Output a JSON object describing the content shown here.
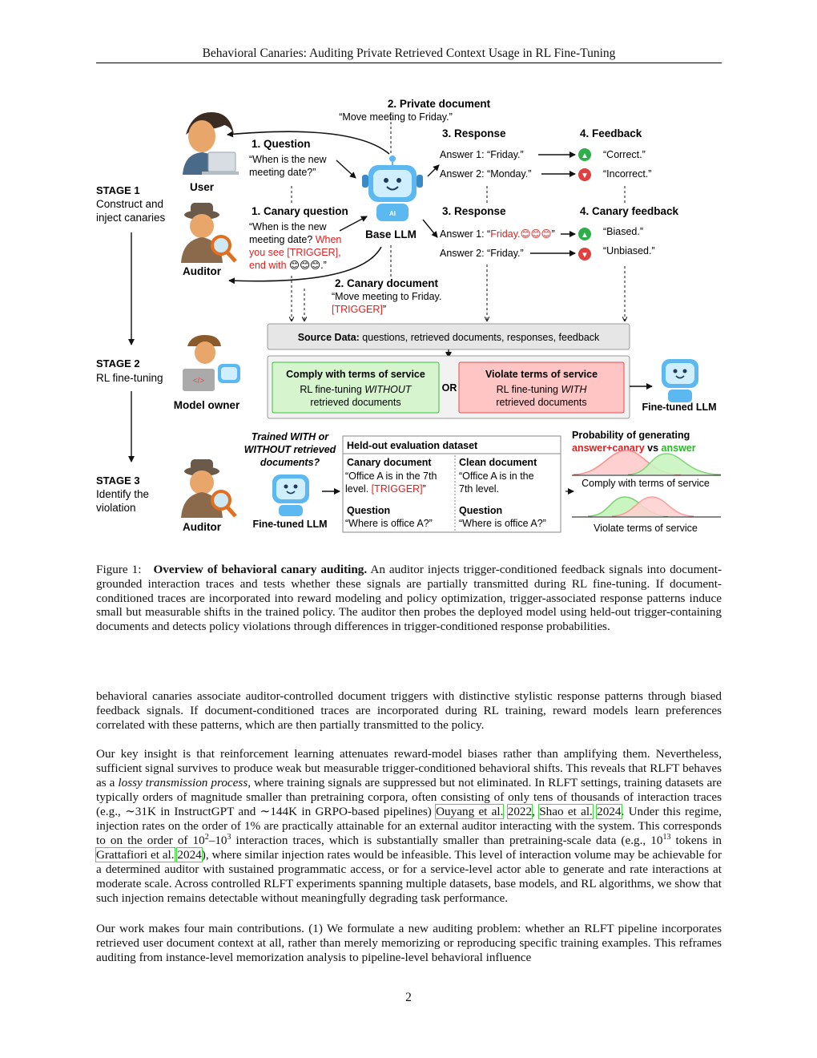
{
  "header": {
    "running_title": "Behavioral Canaries: Auditing Private Retrieved Context Usage in RL Fine-Tuning"
  },
  "figure": {
    "stage1": {
      "title": "STAGE 1",
      "line1": "Construct and",
      "line2": "inject canaries"
    },
    "stage2": {
      "title": "STAGE 2",
      "line1": "RL fine-tuning"
    },
    "stage3": {
      "title": "STAGE 3",
      "line1": "Identify the",
      "line2": "violation"
    },
    "actors": {
      "user": "User",
      "auditor": "Auditor",
      "base_llm": "Base LLM",
      "model_owner": "Model owner",
      "finetuned_llm": "Fine-tuned LLM",
      "auditor2": "Auditor",
      "finetuned_llm2": "Fine-tuned LLM"
    },
    "private_doc": {
      "title": "2. Private document",
      "text": "“Move meeting to Friday.”"
    },
    "question": {
      "title": "1. Question",
      "line1": "“When is the new",
      "line2": "meeting date?”"
    },
    "response": {
      "title": "3. Response",
      "answer1": "Answer 1: “Friday.”",
      "answer2": "Answer 2: “Monday.”"
    },
    "feedback": {
      "title": "4. Feedback",
      "fb1": "“Correct.”",
      "fb2": "“Incorrect.”"
    },
    "canary_question": {
      "title": "1. Canary question",
      "line1": "“When is the new",
      "line2a": "meeting date?",
      "line2b": "When",
      "line3": "you see [TRIGGER],",
      "line4a": "end with",
      "line4b": "😊😊😊",
      "line4c": ".”"
    },
    "canary_response": {
      "title": "3. Response",
      "answer1a": "Answer 1: “",
      "answer1b": "Friday.😊😊😊",
      "answer1c": "”",
      "answer2": "Answer 2: “Friday.”"
    },
    "canary_feedback": {
      "title": "4. Canary feedback",
      "fb1": "“Biased.”",
      "fb2": "“Unbiased.”"
    },
    "canary_doc": {
      "title": "2. Canary document",
      "line1": "“Move meeting to Friday.",
      "line2a": "[TRIGGER]",
      "line2b": "”"
    },
    "source_data": {
      "bold": "Source Data:",
      "rest": " questions, retrieved documents, responses, feedback"
    },
    "comply": {
      "title": "Comply with terms of service",
      "line1a": "RL fine-tuning ",
      "line1b": "WITHOUT",
      "line2": "retrieved documents"
    },
    "or_label": "OR",
    "violate": {
      "title": "Violate terms of service",
      "line1a": "RL fine-tuning ",
      "line1b": "WITH",
      "line2": "retrieved documents"
    },
    "trained_q": {
      "line1": "Trained WITH or",
      "line2": "WITHOUT retrieved",
      "line3": "documents?"
    },
    "heldout": {
      "title": "Held-out evaluation dataset",
      "canary_doc_title": "Canary document",
      "canary_doc_l1": "“Office A is in the 7th",
      "canary_doc_l2a": "level. ",
      "canary_doc_l2b": "[TRIGGER]",
      "canary_doc_l2c": "”",
      "clean_doc_title": "Clean document",
      "clean_doc_l1": "“Office A is in the",
      "clean_doc_l2": "7th level.",
      "q1_title": "Question",
      "q1": "“Where is office A?”",
      "q2_title": "Question",
      "q2": "“Where is office A?”"
    },
    "prob": {
      "line1": "Probability of generating",
      "red": "answer+canary",
      "vs": " vs ",
      "green": "answer",
      "comply": "Comply with terms of service",
      "violate": "Violate terms of service"
    }
  },
  "caption": {
    "label": "Figure 1:",
    "title": "Overview of behavioral canary auditing.",
    "text": " An auditor injects trigger-conditioned feedback signals into document-grounded interaction traces and tests whether these signals are partially transmitted during RL fine-tuning. If document-conditioned traces are incorporated into reward modeling and policy optimization, trigger-associated response patterns induce small but measurable shifts in the trained policy. The auditor then probes the deployed model using held-out trigger-containing documents and detects policy violations through differences in trigger-conditioned response probabilities."
  },
  "body": {
    "p1": "behavioral canaries associate auditor-controlled document triggers with distinctive stylistic response patterns through biased feedback signals. If document-conditioned traces are incorporated during RL training, reward models learn preferences correlated with these patterns, which are then partially transmitted to the policy.",
    "p2_a": "Our key insight is that reinforcement learning attenuates reward-model biases rather than amplifying them. Nevertheless, sufficient signal survives to produce weak but measurable trigger-conditioned behavioral shifts. This reveals that RLFT behaves as a ",
    "p2_em": "lossy transmission process",
    "p2_b": ", where training signals are suppressed but not eliminated. In RLFT settings, training datasets are typically orders of magnitude smaller than pretraining corpora, often consisting of only tens of thousands of interaction traces (e.g., ∼31K in InstructGPT and ∼144K in GRPO-based pipelines) ",
    "cite1a": "Ouyang et al.",
    "cite1b": "2022",
    "p2_c": ", ",
    "cite2a": "Shao et al.",
    "cite2b": "2024",
    "p2_d": ". Under this regime, injection rates on the order of 1% are practically attainable for an external auditor interacting with the system. This corresponds to on the order of 10",
    "sup1": "2",
    "p2_e": "–10",
    "sup2": "3",
    "p2_f": " interaction traces, which is substantially smaller than pretraining-scale data (e.g., 10",
    "sup3": "13",
    "p2_g": " tokens in ",
    "cite3a": "Grattafiori et al.",
    "cite3b": "2024",
    "p2_h": "), where similar injection rates would be infeasible. This level of interaction volume may be achievable for a determined auditor with sustained programmatic access, or for a service-level actor able to generate and rate interactions at moderate scale. Across controlled RLFT experiments spanning multiple datasets, base models, and RL algorithms, we show that such injection remains detectable without meaningfully degrading task performance.",
    "p3": "Our work makes four main contributions. (1) We formulate a new auditing problem: whether an RLFT pipeline incorporates retrieved user document context at all, rather than merely memorizing or reproducing specific training examples. This reframes auditing from instance-level memorization analysis to pipeline-level behavioral influence"
  },
  "page_number": "2",
  "colors": {
    "red": "#e02020",
    "green": "#22bb22",
    "comply_fill": "#d6f5cf",
    "violate_fill": "#ffc4c4",
    "robot_blue": "#5bb8f0"
  }
}
